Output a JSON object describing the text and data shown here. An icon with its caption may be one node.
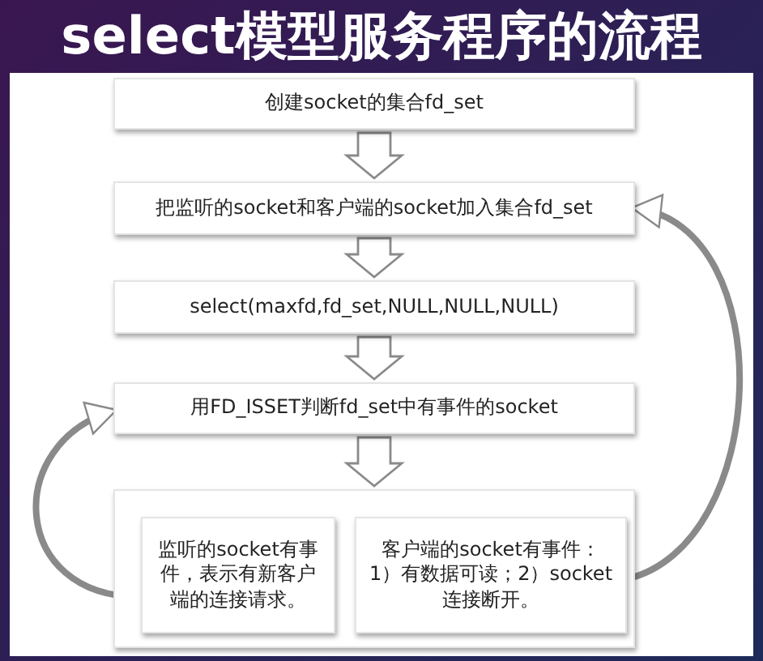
{
  "diagram": {
    "title": "select模型服务程序的流程",
    "nodes": [
      {
        "text": [
          "创建socket的集合fd_set"
        ]
      },
      {
        "text": [
          "把监听的socket和客户端的socket加入集合fd_set"
        ]
      },
      {
        "text": [
          "select(maxfd,fd_set,NULL,NULL,NULL)"
        ]
      },
      {
        "text": [
          "用FD_ISSET判断fd_set中有事件的socket"
        ]
      },
      {
        "text": [],
        "shape": "box"
      },
      {
        "text": [
          "监听的socket有事件，表示有新客户端的连接请求。"
        ],
        "in": 4
      },
      {
        "text": [
          "客户端的socket有事件：1）有数据可读；2）socket连接断开。"
        ],
        "in": 4
      }
    ],
    "edges": [
      {
        "from": 0,
        "to": 1,
        "arrow": "to"
      },
      {
        "from": 1,
        "to": 2,
        "arrow": "to"
      },
      {
        "from": 2,
        "to": 3,
        "arrow": "to"
      },
      {
        "from": 3,
        "to": 4,
        "arrow": "to"
      },
      {
        "from": 5,
        "to": 3,
        "arrow": "to"
      },
      {
        "from": 6,
        "to": 1,
        "arrow": "to"
      }
    ]
  }
}
